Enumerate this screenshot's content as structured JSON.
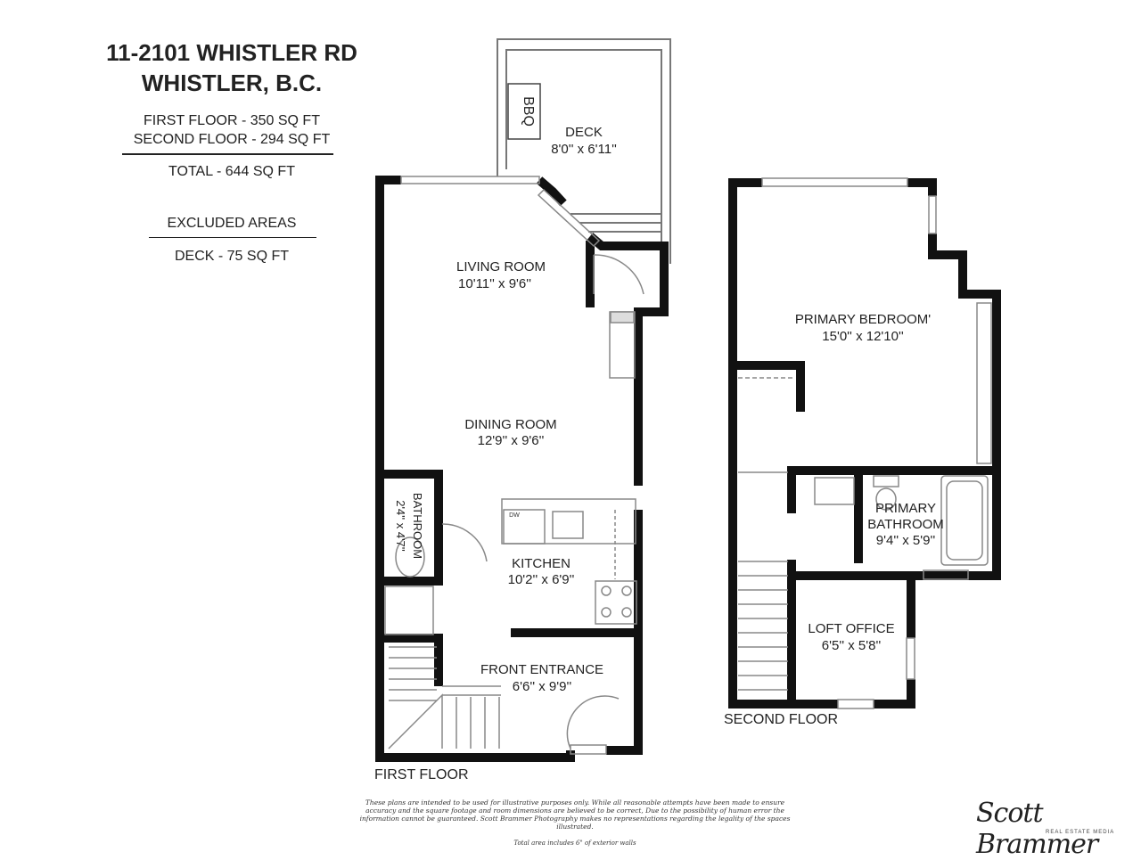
{
  "header": {
    "address_line1": "11-2101 WHISTLER RD",
    "address_line2": "WHISTLER, B.C.",
    "first_floor_area": "FIRST FLOOR - 350 SQ FT",
    "second_floor_area": "SECOND FLOOR - 294 SQ FT",
    "total_area": "TOTAL  -  644 SQ FT",
    "excluded_heading": "EXCLUDED AREAS",
    "excluded_deck": "DECK - 75 SQ FT"
  },
  "rooms": {
    "deck": {
      "name": "DECK",
      "size": "8'0'' x 6'11''"
    },
    "bbq": "BBQ",
    "living": {
      "name": "LIVING ROOM",
      "size": "10'11'' x 9'6''"
    },
    "dining": {
      "name": "DINING ROOM",
      "size": "12'9'' x 9'6''"
    },
    "bathroom": {
      "name": "BATHROOM",
      "size": "2'4'' x 4'7''"
    },
    "dw": "DW",
    "kitchen": {
      "name": "KITCHEN",
      "size": "10'2'' x 6'9''"
    },
    "entrance": {
      "name": "FRONT ENTRANCE",
      "size": "6'6'' x 9'9''"
    },
    "primary_bedroom": {
      "name": "PRIMARY BEDROOM'",
      "size": "15'0'' x 12'10''"
    },
    "primary_bathroom": {
      "name1": "PRIMARY",
      "name2": "BATHROOM",
      "size": "9'4'' x 5'9''"
    },
    "loft_office": {
      "name": "LOFT OFFICE",
      "size": "6'5'' x 5'8''"
    }
  },
  "floor_labels": {
    "first": "FIRST FLOOR",
    "second": "SECOND FLOOR"
  },
  "footer": {
    "disclaimer": "These plans are intended to be used for illustrative purposes only. While all reasonable attempts have been made to ensure accuracy and the square footage and room dimensions are believed to be correct,  Due to the possibility of human error the information cannot be guaranteed. Scott Brammer Photography makes no representations regarding the legality of the spaces illustrated.",
    "note": "Total area includes 6\" of exterior walls",
    "logo_signature": "Scott Brammer",
    "logo_tagline": "REAL ESTATE MEDIA"
  },
  "colors": {
    "wall": "#111111",
    "line": "#888888"
  }
}
